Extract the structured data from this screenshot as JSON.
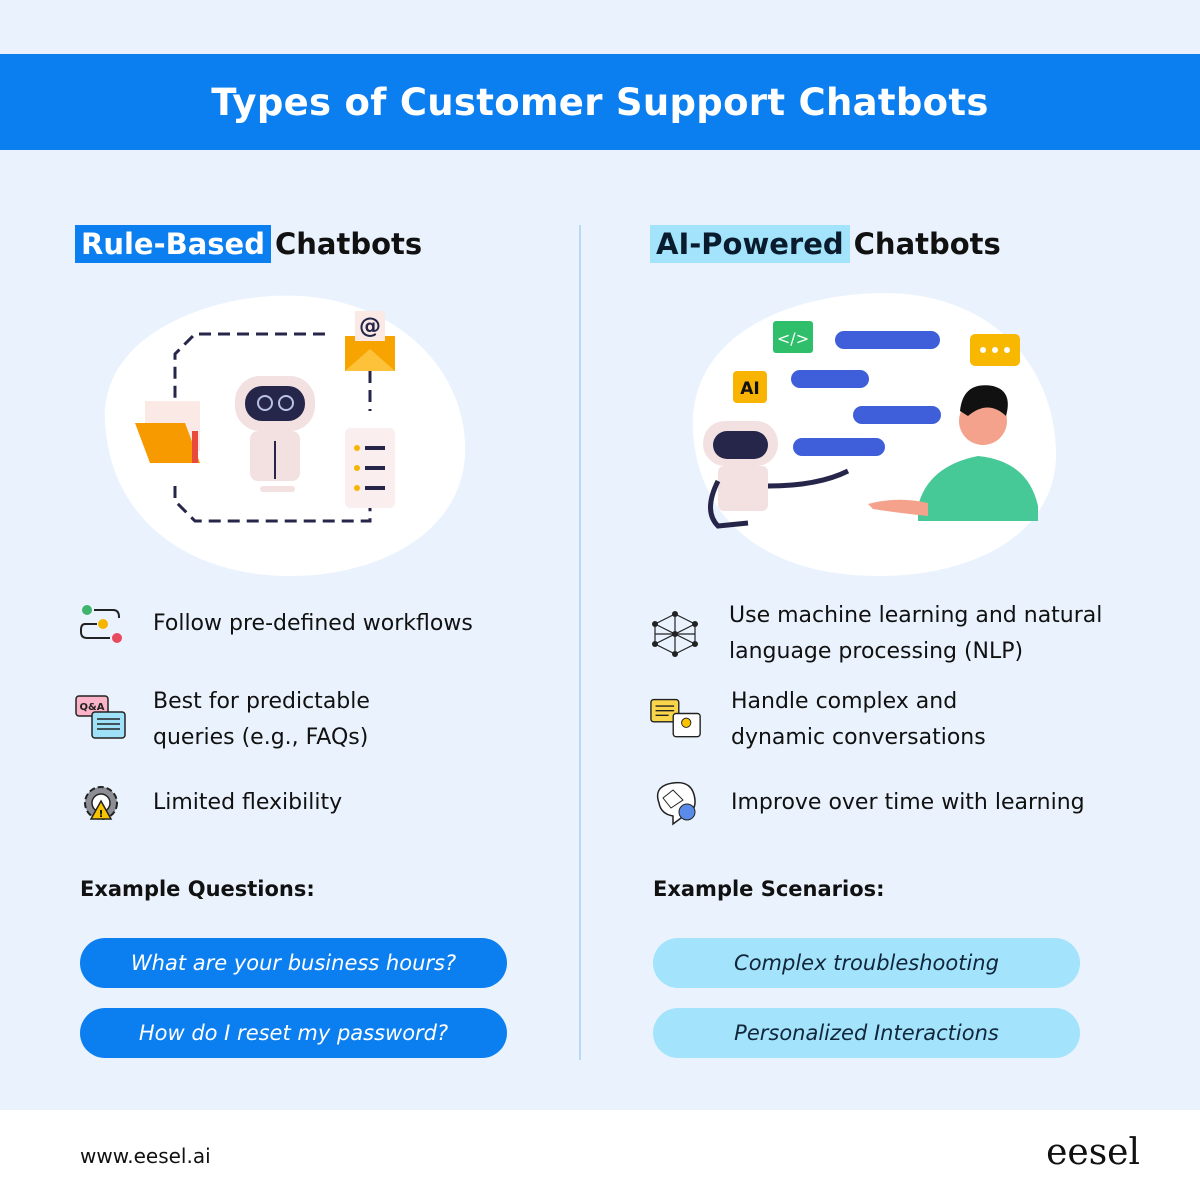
{
  "header": {
    "title": "Types of Customer Support Chatbots"
  },
  "left": {
    "title_highlight": "Rule-Based",
    "title_rest": "Chatbots",
    "features": [
      {
        "icon": "workflow-gears-icon",
        "text": "Follow pre-defined workflows"
      },
      {
        "icon": "qa-chat-icon",
        "text": "Best for predictable queries (e.g., FAQs)"
      },
      {
        "icon": "gear-warning-icon",
        "text": "Limited flexibility"
      }
    ],
    "examples_label": "Example Questions:",
    "examples": [
      "What are your business hours?",
      "How do I reset my password?"
    ]
  },
  "right": {
    "title_highlight": "AI-Powered",
    "title_rest": "Chatbots",
    "features": [
      {
        "icon": "neural-network-icon",
        "text": "Use machine learning and natural language processing (NLP)"
      },
      {
        "icon": "chat-idea-icon",
        "text": "Handle complex and dynamic conversations"
      },
      {
        "icon": "brain-gear-icon",
        "text": "Improve over time with learning"
      }
    ],
    "examples_label": "Example Scenarios:",
    "examples": [
      "Complex troubleshooting",
      "Personalized Interactions"
    ]
  },
  "illustration": {
    "ai_badge": "AI",
    "code_badge": "</>",
    "email_badge": "@"
  },
  "footer": {
    "url": "www.eesel.ai",
    "logo": "eesel"
  },
  "colors": {
    "primary": "#0c7ff0",
    "light_accent": "#a3e3fb",
    "background": "#eaf3fd"
  }
}
